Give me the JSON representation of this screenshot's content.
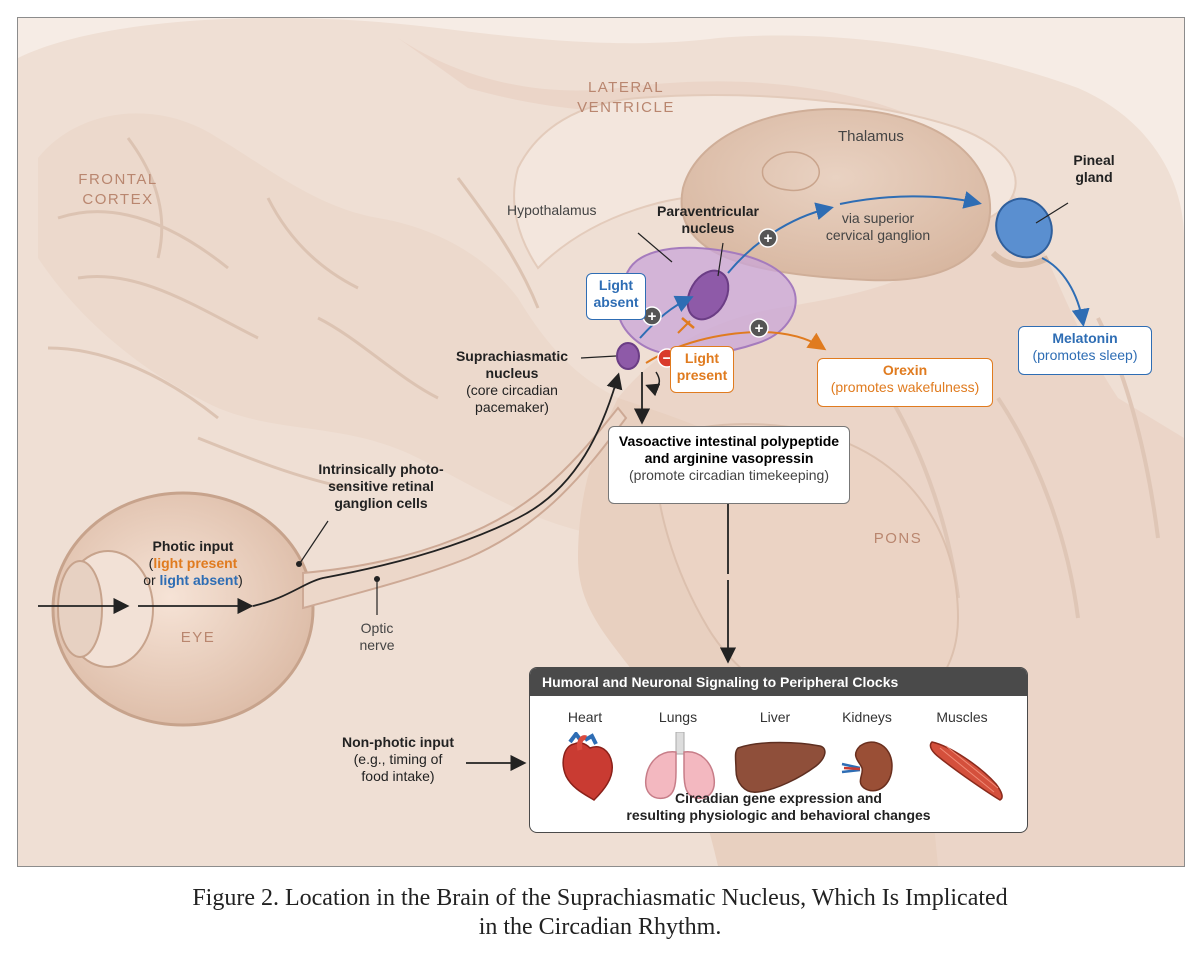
{
  "regions": {
    "frontal_cortex": [
      "FRONTAL",
      "CORTEX"
    ],
    "lateral_ventricle": [
      "LATERAL",
      "VENTRICLE"
    ],
    "thalamus": "Thalamus",
    "pons": "PONS",
    "eye": "EYE",
    "hypothalamus": "Hypothalamus"
  },
  "structures": {
    "paraventricular": [
      "Paraventricular",
      "nucleus"
    ],
    "pineal": [
      "Pineal",
      "gland"
    ],
    "ganglion": [
      "via superior",
      "cervical ganglion"
    ],
    "scn_title": [
      "Suprachiasmatic",
      "nucleus"
    ],
    "scn_sub": [
      "(core circadian",
      "pacemaker)"
    ],
    "ipRGC": [
      "Intrinsically photo-",
      "sensitive retinal",
      "ganglion cells"
    ],
    "optic_nerve": [
      "Optic",
      "nerve"
    ]
  },
  "photic": {
    "title": "Photic input",
    "open_paren": "(",
    "light_present": "light present",
    "or": "or ",
    "light_absent": "light absent",
    "close_paren": ")"
  },
  "signals": {
    "light_absent": [
      "Light",
      "absent"
    ],
    "light_present": [
      "Light",
      "present"
    ],
    "melatonin_title": "Melatonin",
    "melatonin_sub": "(promotes sleep)",
    "orexin_title": "Orexin",
    "orexin_sub": "(promotes wakefulness)",
    "vip_title": [
      "Vasoactive intestinal polypeptide",
      "and arginine vasopressin"
    ],
    "vip_sub": "(promote circadian timekeeping)",
    "plus": "+",
    "minus": "−"
  },
  "non_photic": {
    "title": "Non-photic input",
    "sub": [
      "(e.g., timing of",
      "food intake)"
    ]
  },
  "peripheral": {
    "header": "Humoral and Neuronal Signaling to Peripheral Clocks",
    "organs": [
      "Heart",
      "Lungs",
      "Liver",
      "Kidneys",
      "Muscles"
    ],
    "footer": [
      "Circadian gene expression and",
      "resulting physiologic and behavioral changes"
    ]
  },
  "caption": [
    "Figure 2. Location in the Brain of the Suprachiasmatic Nucleus, Which Is Implicated",
    "in the Circadian Rhythm."
  ],
  "colors": {
    "orange": "#e07b1f",
    "blue": "#2e6db4",
    "purple": "#8e5aa8",
    "pineal_blue": "#5a8fd0",
    "tissue": "#e9d4c6"
  }
}
